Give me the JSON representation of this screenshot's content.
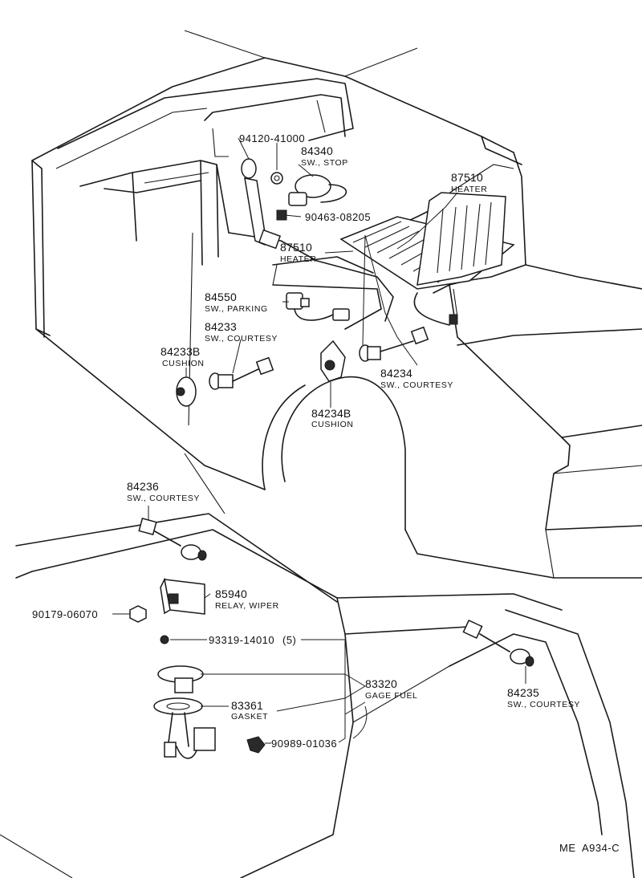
{
  "labels": {
    "p94120": "94120-41000",
    "p84340_num": "84340",
    "p84340_desc": "SW., STOP",
    "p87510a_num": "87510",
    "p87510a_desc": "HEATER",
    "p90463": "90463-08205",
    "p87510b_num": "87510",
    "p87510b_desc": "HEATER",
    "p84550_num": "84550",
    "p84550_desc": "SW., PARKING",
    "p84233_num": "84233",
    "p84233_desc": "SW., COURTESY",
    "p84233B_num": "84233B",
    "p84233B_desc": "CUSHION",
    "p84234_num": "84234",
    "p84234_desc": "SW., COURTESY",
    "p84234B_num": "84234B",
    "p84234B_desc": "CUSHION",
    "p84236_num": "84236",
    "p84236_desc": "SW., COURTESY",
    "p85940_num": "85940",
    "p85940_desc": "RELAY, WIPER",
    "p90179": "90179-06070",
    "p93319": "93319-14010",
    "p93319_qty": "(5)",
    "p83320_num": "83320",
    "p83320_desc": "GAGE FUEL",
    "p83361_num": "83361",
    "p83361_desc": "GASKET",
    "p90989": "90989-01036",
    "p84235_num": "84235",
    "p84235_desc": "SW., COURTESY",
    "figure_code": "ME  A934-C"
  }
}
